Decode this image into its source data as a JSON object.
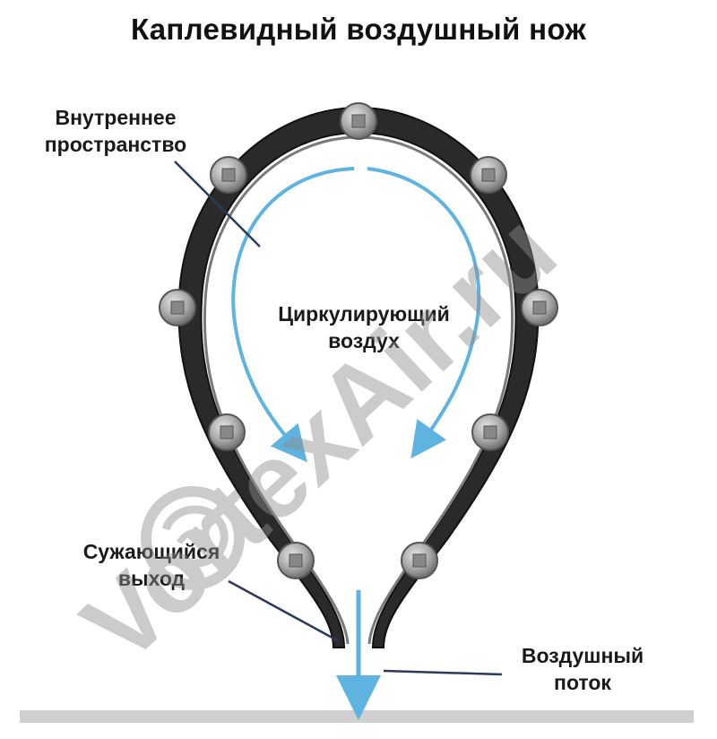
{
  "title": "Каплевидный воздушный нож",
  "labels": {
    "inner_space": [
      "Внутреннее",
      "пространство"
    ],
    "circulating_air": [
      "Циркулирующий",
      "воздух"
    ],
    "narrowing_exit": [
      "Сужающийся",
      "выход"
    ],
    "airflow": [
      "Воздушный",
      "поток"
    ]
  },
  "watermark": "VortexAir.ru",
  "colors": {
    "arrow": "#5fb3e0",
    "frame_dark": "#2a2a2a",
    "bolt": "#a9a9a9",
    "leader": "#2b3a5a",
    "floor": "#cfcfcf",
    "watermark": "#9a9a9a"
  }
}
